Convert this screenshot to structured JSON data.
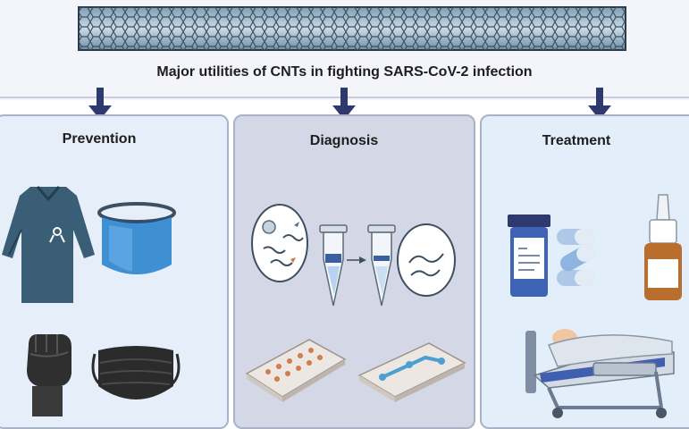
{
  "title": "Major utilities of CNTs in fighting SARS-CoV-2 infection",
  "panels": [
    {
      "title": "Prevention",
      "items": [
        "gown-icon",
        "face-shield-icon",
        "gloved-fist-icon",
        "face-mask-icon"
      ]
    },
    {
      "title": "Diagnosis",
      "items": [
        "virus-sample-icon",
        "test-tube-icon",
        "detection-icon",
        "sensor-chip-icon"
      ]
    },
    {
      "title": "Treatment",
      "items": [
        "pill-bottle-icon",
        "capsule-icon",
        "nasal-spray-icon",
        "hospital-bed-icon"
      ]
    }
  ],
  "colors": {
    "navy": "#2e3a6e",
    "panel_border": "#a8b2c9",
    "gown": "#3a5e75",
    "shield": "#3f8fd3",
    "mask": "#2b2b2b"
  }
}
